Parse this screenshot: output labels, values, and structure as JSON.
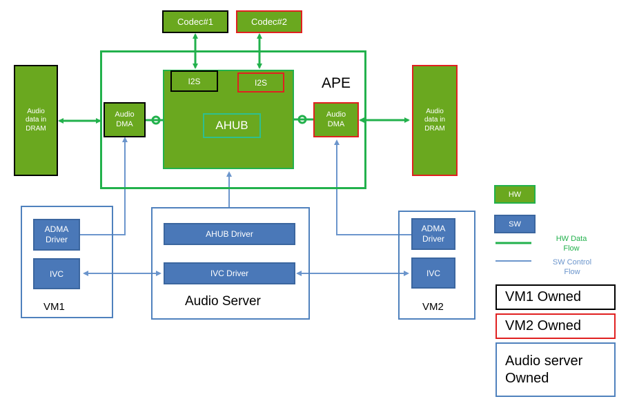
{
  "colors": {
    "hw_green": "#6aa81f",
    "hw_flow": "#22b14c",
    "sw_blue": "#4a78b8",
    "sw_flow": "#6b95cc",
    "frame_blue": "#4f81bd",
    "vm1": "#000000",
    "vm2": "#e02020"
  },
  "codecs": {
    "codec1": "Codec#1",
    "codec2": "Codec#2"
  },
  "ape": {
    "label": "APE",
    "i2s_left": "I2S",
    "i2s_right": "I2S",
    "ahub": "AHUB",
    "dma_left": "Audio\nDMA",
    "dma_right": "Audio\nDMA"
  },
  "dram": {
    "left": "Audio\ndata in\nDRAM",
    "right": "Audio\ndata in\nDRAM"
  },
  "vm1": {
    "label": "VM1",
    "adma_driver": "ADMA\nDriver",
    "ivc": "IVC"
  },
  "vm2": {
    "label": "VM2",
    "adma_driver": "ADMA\nDriver",
    "ivc": "IVC"
  },
  "audio_server": {
    "label": "Audio Server",
    "ahub_driver": "AHUB Driver",
    "ivc_driver": "IVC Driver"
  },
  "legend": {
    "hw": "HW",
    "sw": "SW",
    "hw_flow": "HW Data\nFlow",
    "sw_flow": "SW Control\nFlow",
    "vm1_owned": "VM1 Owned",
    "vm2_owned": "VM2 Owned",
    "server_owned": "Audio server\nOwned"
  }
}
